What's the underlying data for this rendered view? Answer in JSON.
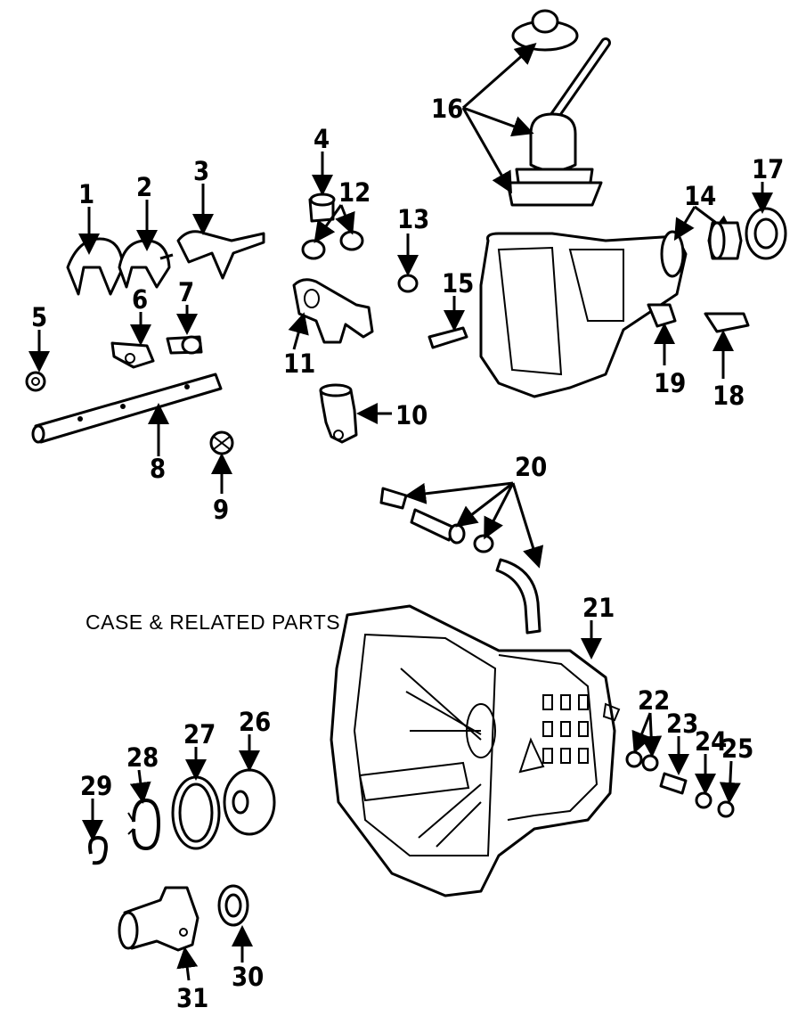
{
  "title": "CASE & RELATED PARTS",
  "callouts": {
    "c1": "1",
    "c2": "2",
    "c3": "3",
    "c4": "4",
    "c5": "5",
    "c6": "6",
    "c7": "7",
    "c8": "8",
    "c9": "9",
    "c10": "10",
    "c11": "11",
    "c12": "12",
    "c13": "13",
    "c14": "14",
    "c15": "15",
    "c16": "16",
    "c17": "17",
    "c18": "18",
    "c19": "19",
    "c20": "20",
    "c21": "21",
    "c22": "22",
    "c23": "23",
    "c24": "24",
    "c25": "25",
    "c26": "26",
    "c27": "27",
    "c28": "28",
    "c29": "29",
    "c30": "30",
    "c31": "31"
  }
}
